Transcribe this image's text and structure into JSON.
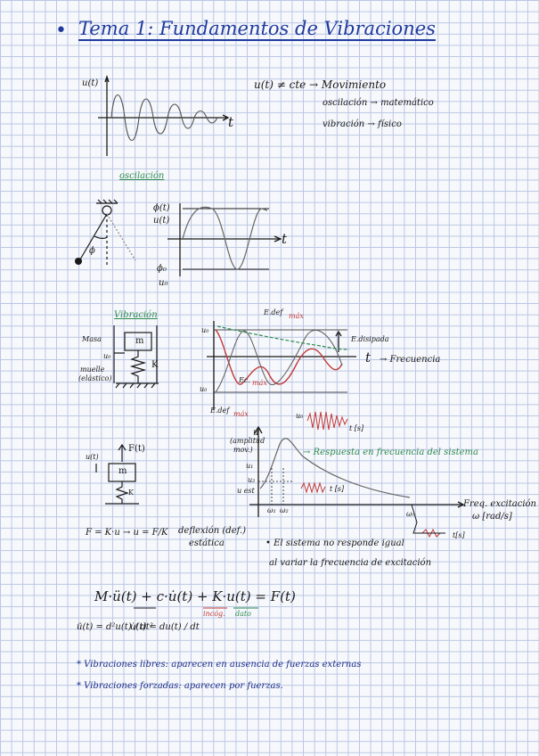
{
  "title": "Tema 1: Fundamentos de Vibraciones",
  "bullet": "•",
  "intro": {
    "u_axis": "u(t)",
    "t_axis": "t",
    "line1": "u(t) ≠ cte → Movimiento",
    "line2": "oscilación → matemático",
    "line3": "vibración → físico"
  },
  "oscilacion": {
    "heading": "oscilación",
    "phi_axis": "ϕ(t)",
    "u_axis": "u(t)",
    "t_axis": "t",
    "phi0": "ϕ₀",
    "u0": "u₀",
    "phi": "ϕ"
  },
  "vibracion": {
    "heading": "Vibración",
    "masa": "Masa",
    "m": "m",
    "u0": "u₀",
    "k": "K",
    "muelle": "muelle",
    "elastico": "(elástico)",
    "uo_axis": "u₀",
    "uo_neg": "u₀",
    "t": "t",
    "frecuencia": "→ Frecuencia",
    "edef_max_top": "E.def",
    "max1": "máx",
    "edisipada": "E.disipada",
    "ec_max": "Ec.",
    "max2": "máx",
    "edef_max_bottom": "E.def",
    "max3": "máx"
  },
  "respuesta": {
    "ut_label": "u(t)",
    "force": "F(t)",
    "m": "m",
    "k": "K",
    "u_axis": "u",
    "amp1": "(amplitud",
    "amp2": "mov.)",
    "u1": "u₁",
    "uest": "u est",
    "u2": "u₂",
    "w1": "ω₁",
    "w2": "ω₂",
    "uo_top": "u₀",
    "sec_label": "t [s]",
    "curve_label": "→ Respuesta en frecuencia del sistema",
    "sec_label2": "t [s]",
    "wr": "ωᵣ",
    "sec_label3": "t[s]",
    "freq_exc1": "Freq. excitación",
    "freq_exc2": "ω [rad/s]"
  },
  "static": {
    "formula": "F = K·u → u = F/K",
    "def1": "deflexión (def.)",
    "def2": "estática",
    "note1": "• El sistema no responde igual",
    "note2": "al variar la frecuencia de excitación"
  },
  "equation": {
    "main": "M·ü(t) + c·u̇(t) + K·u(t) = F(t)",
    "incog": "incóg.",
    "dato": "dato",
    "acc": "ü(t) = d²u(t) / dt²",
    "vel": "u̇(t) = du(t) / dt"
  },
  "bullets": {
    "free": "* Vibraciones libres: aparecen en ausencia de fuerzas externas",
    "forced": "* Vibraciones forzadas: aparecen por fuerzas."
  }
}
